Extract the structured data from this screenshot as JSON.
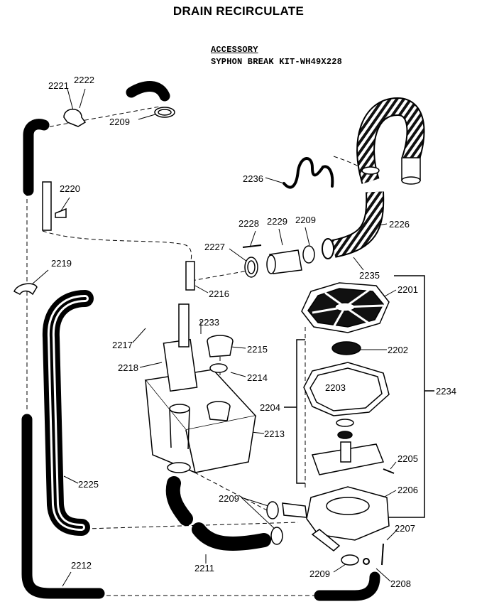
{
  "title": "DRAIN RECIRCULATE",
  "accessory": {
    "heading": "ACCESSORY",
    "kit": "SYPHON BREAK KIT-WH49X228"
  },
  "callouts": [
    {
      "id": "c2221",
      "text": "2221"
    },
    {
      "id": "c2222",
      "text": "2222"
    },
    {
      "id": "c2209a",
      "text": "2209"
    },
    {
      "id": "c2220",
      "text": "2220"
    },
    {
      "id": "c2219",
      "text": "2219"
    },
    {
      "id": "c2236",
      "text": "2236"
    },
    {
      "id": "c2228",
      "text": "2228"
    },
    {
      "id": "c2229",
      "text": "2229"
    },
    {
      "id": "c2209b",
      "text": "2209"
    },
    {
      "id": "c2226",
      "text": "2226"
    },
    {
      "id": "c2227",
      "text": "2227"
    },
    {
      "id": "c2235",
      "text": "2235"
    },
    {
      "id": "c2216",
      "text": "2216"
    },
    {
      "id": "c2201",
      "text": "2201"
    },
    {
      "id": "c2233",
      "text": "2233"
    },
    {
      "id": "c2217",
      "text": "2217"
    },
    {
      "id": "c2215",
      "text": "2215"
    },
    {
      "id": "c2202",
      "text": "2202"
    },
    {
      "id": "c2218",
      "text": "2218"
    },
    {
      "id": "c2214",
      "text": "2214"
    },
    {
      "id": "c2203",
      "text": "2203"
    },
    {
      "id": "c2234",
      "text": "2234"
    },
    {
      "id": "c2204",
      "text": "2204"
    },
    {
      "id": "c2213",
      "text": "2213"
    },
    {
      "id": "c2205",
      "text": "2205"
    },
    {
      "id": "c2225",
      "text": "2225"
    },
    {
      "id": "c2206",
      "text": "2206"
    },
    {
      "id": "c2209c",
      "text": "2209"
    },
    {
      "id": "c2207",
      "text": "2207"
    },
    {
      "id": "c2212",
      "text": "2212"
    },
    {
      "id": "c2211",
      "text": "2211"
    },
    {
      "id": "c2209d",
      "text": "2209"
    },
    {
      "id": "c2208",
      "text": "2208"
    }
  ]
}
